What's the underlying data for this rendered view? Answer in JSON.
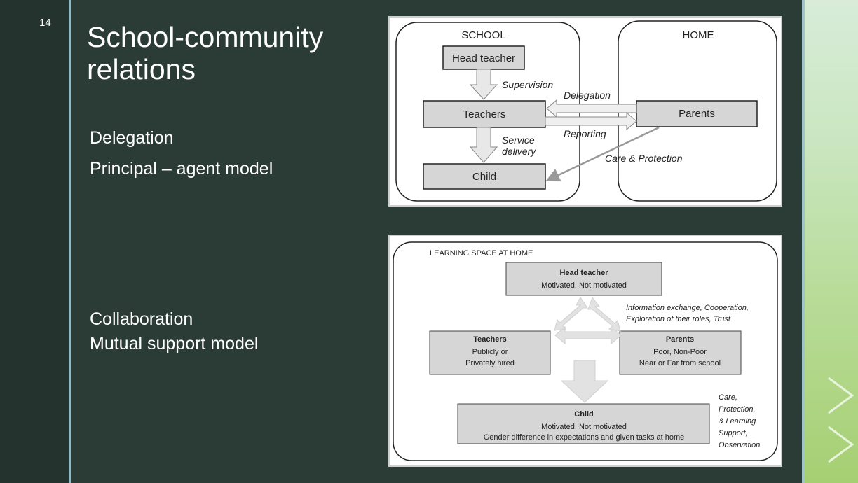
{
  "slide": {
    "number": "14",
    "title_line1": "School-community",
    "title_line2": "relations"
  },
  "bullets": {
    "delegation": "Delegation",
    "principal_agent": "Principal – agent model",
    "collaboration": "Collaboration",
    "mutual_support": "Mutual support model"
  },
  "diagram1": {
    "school_label": "SCHOOL",
    "home_label": "HOME",
    "head_teacher": "Head teacher",
    "teachers": "Teachers",
    "child": "Child",
    "parents": "Parents",
    "supervision": "Supervision",
    "service_line1": "Service",
    "service_line2": "delivery",
    "delegation_arrow": "Delegation",
    "reporting_arrow": "Reporting",
    "care_protection": "Care & Protection"
  },
  "diagram2": {
    "space_label": "LEARNING SPACE AT HOME",
    "head_title": "Head teacher",
    "head_sub": "Motivated, Not motivated",
    "teachers_title": "Teachers",
    "teachers_sub1": "Publicly or",
    "teachers_sub2": "Privately hired",
    "parents_title": "Parents",
    "parents_sub1": "Poor, Non-Poor",
    "parents_sub2": "Near or Far from school",
    "child_title": "Child",
    "child_sub1": "Motivated, Not motivated",
    "child_sub2": "Gender difference in expectations and given tasks at home",
    "info_line1": "Information exchange, Cooperation,",
    "info_line2": "Exploration of their roles, Trust",
    "care_line1": "Care,",
    "care_line2": "Protection,",
    "care_line3": "& Learning",
    "care_line4": "Support,",
    "care_line5": "Observation"
  }
}
